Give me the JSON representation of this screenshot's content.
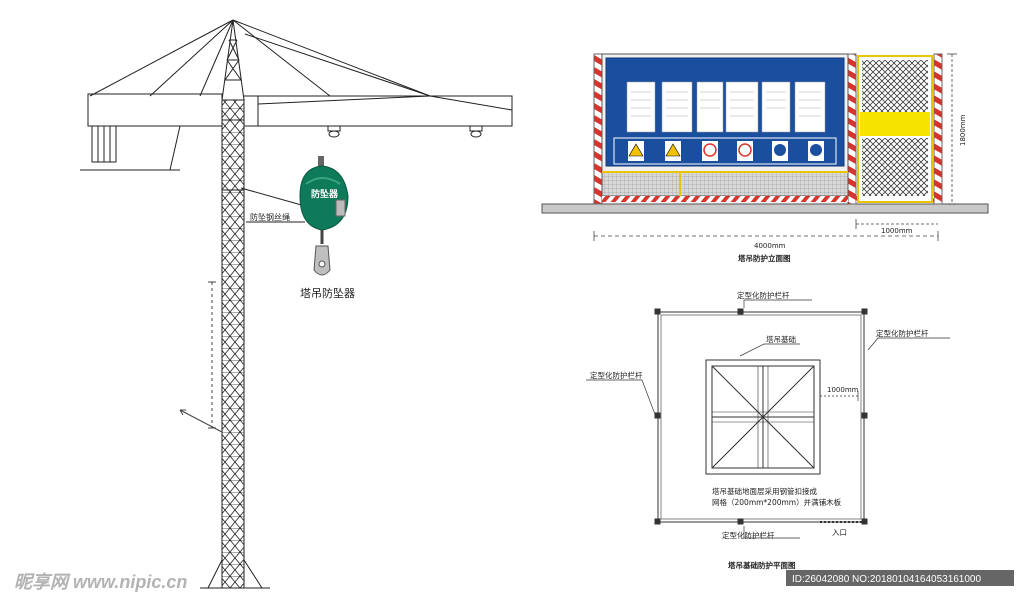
{
  "crane": {
    "rope_label": "防坠钢丝绳",
    "fall_arrester_label": "塔吊防坠器",
    "device_text": "防坠器"
  },
  "elevation": {
    "title": "塔吊防护立面图",
    "width_dim": "4000mm",
    "gate_dim": "1000mm",
    "height_dim": "1800mm",
    "panel_color": "#1a4fa0",
    "stripe_color": "#d9342b",
    "mesh_color": "#e8c500"
  },
  "plan": {
    "title": "塔吊基础防护平面图",
    "rail_top": "定型化防护栏杆",
    "rail_right": "定型化防护栏杆",
    "rail_left": "定型化防护栏杆",
    "rail_bottom": "定型化防护栏杆",
    "foundation": "塔吊基础",
    "offset_dim": "1000mm",
    "note_line1": "塔吊基础地面层采用钢管扣接成",
    "note_line2": "网格（200mm*200mm）并满铺木板",
    "entrance": "入口"
  },
  "watermark": {
    "brand": "昵享网 www.nipic.cn",
    "id_line": "ID:26042080 NO:20180104164053161000"
  }
}
